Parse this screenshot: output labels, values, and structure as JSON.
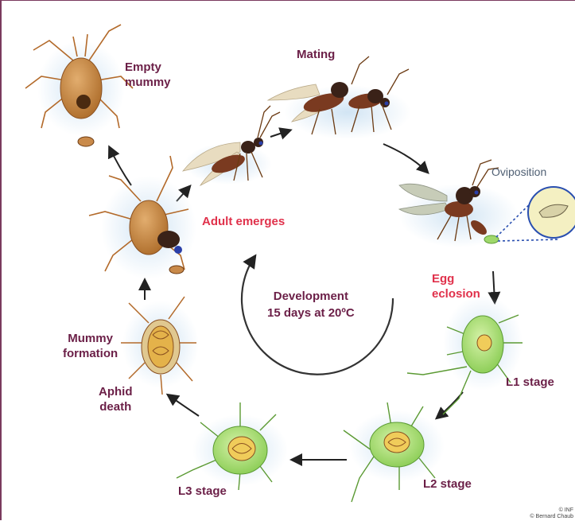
{
  "labels": {
    "empty_mummy": [
      "Empty",
      "mummy"
    ],
    "mating": "Mating",
    "oviposition": "Oviposition",
    "adult_emerges": "Adult emerges",
    "egg_eclosion": [
      "Egg",
      "eclosion"
    ],
    "center": [
      "Development",
      "15 days at 20ºC"
    ],
    "l1": "L1 stage",
    "l2": "L2 stage",
    "l3": "L3 stage",
    "mummy_formation": [
      "Mummy",
      "formation"
    ],
    "aphid_death": [
      "Aphid",
      "death"
    ]
  },
  "credit": [
    "© INF",
    "© Bernard Chaub"
  ],
  "colors": {
    "label": "#6b1f47",
    "highlight": "#e0314b",
    "aphid_green": "#9fd86b",
    "mummy_brown": "#c98a4a",
    "wasp_body": "#3a2218",
    "halo": "#cfe3f3"
  }
}
